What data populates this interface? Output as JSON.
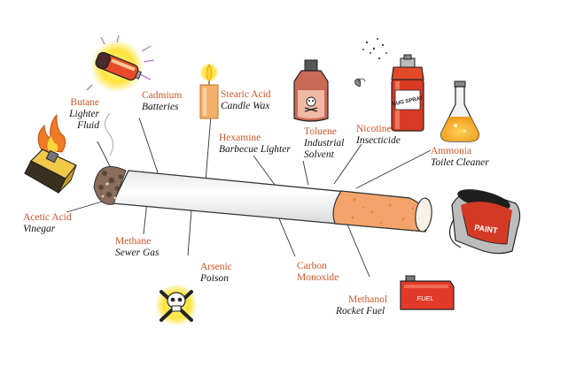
{
  "colors": {
    "chemical_name": "#d2552a",
    "common_use": "#111111",
    "filter": "#f4a46a",
    "leader_line": "#333333"
  },
  "chemicals": [
    {
      "key": "butane",
      "name": "Butane",
      "use_lines": [
        "Lighter",
        "Fluid"
      ],
      "icon": "lighter-icon"
    },
    {
      "key": "cadmium",
      "name": "Cadmium",
      "use_lines": [
        "Batteries"
      ],
      "icon": "battery-icon"
    },
    {
      "key": "stearic",
      "name": "Stearic Acid",
      "use_lines": [
        "Candle Wax"
      ],
      "icon": "candle-icon"
    },
    {
      "key": "toluene",
      "name": "Toluene",
      "use_lines": [
        "Industrial",
        "Solvent"
      ],
      "icon": "solvent-bottle-icon"
    },
    {
      "key": "nicotine",
      "name": "Nicotine",
      "use_lines": [
        "Insecticide"
      ],
      "icon": "bug-spray-icon"
    },
    {
      "key": "hexamine",
      "name": "Hexamine",
      "use_lines": [
        "Barbecue Lighter"
      ]
    },
    {
      "key": "ammonia",
      "name": "Ammonia",
      "use_lines": [
        "Toilet Cleaner"
      ],
      "icon": "flask-icon"
    },
    {
      "key": "acetic",
      "name": "Acetic Acid",
      "use_lines": [
        "Vinegar"
      ]
    },
    {
      "key": "methane",
      "name": "Methane",
      "use_lines": [
        "Sewer Gas"
      ]
    },
    {
      "key": "arsenic",
      "name": "Arsenic",
      "use_lines": [
        "Poison"
      ],
      "icon": "skull-crossbones-icon"
    },
    {
      "key": "carbon",
      "name": "Carbon",
      "use_lines": [
        "Monoxide"
      ]
    },
    {
      "key": "methanol",
      "name": "Methanol",
      "use_lines": [
        "Rocket Fuel"
      ],
      "icon": "fuel-can-icon"
    }
  ],
  "icon_text": {
    "bug_spray": "BUG SPRAY",
    "paint": "PAINT",
    "fuel": "FUEL"
  },
  "paint_can_icon": "paint-can-icon",
  "cigarette_icon": "cigarette-icon"
}
